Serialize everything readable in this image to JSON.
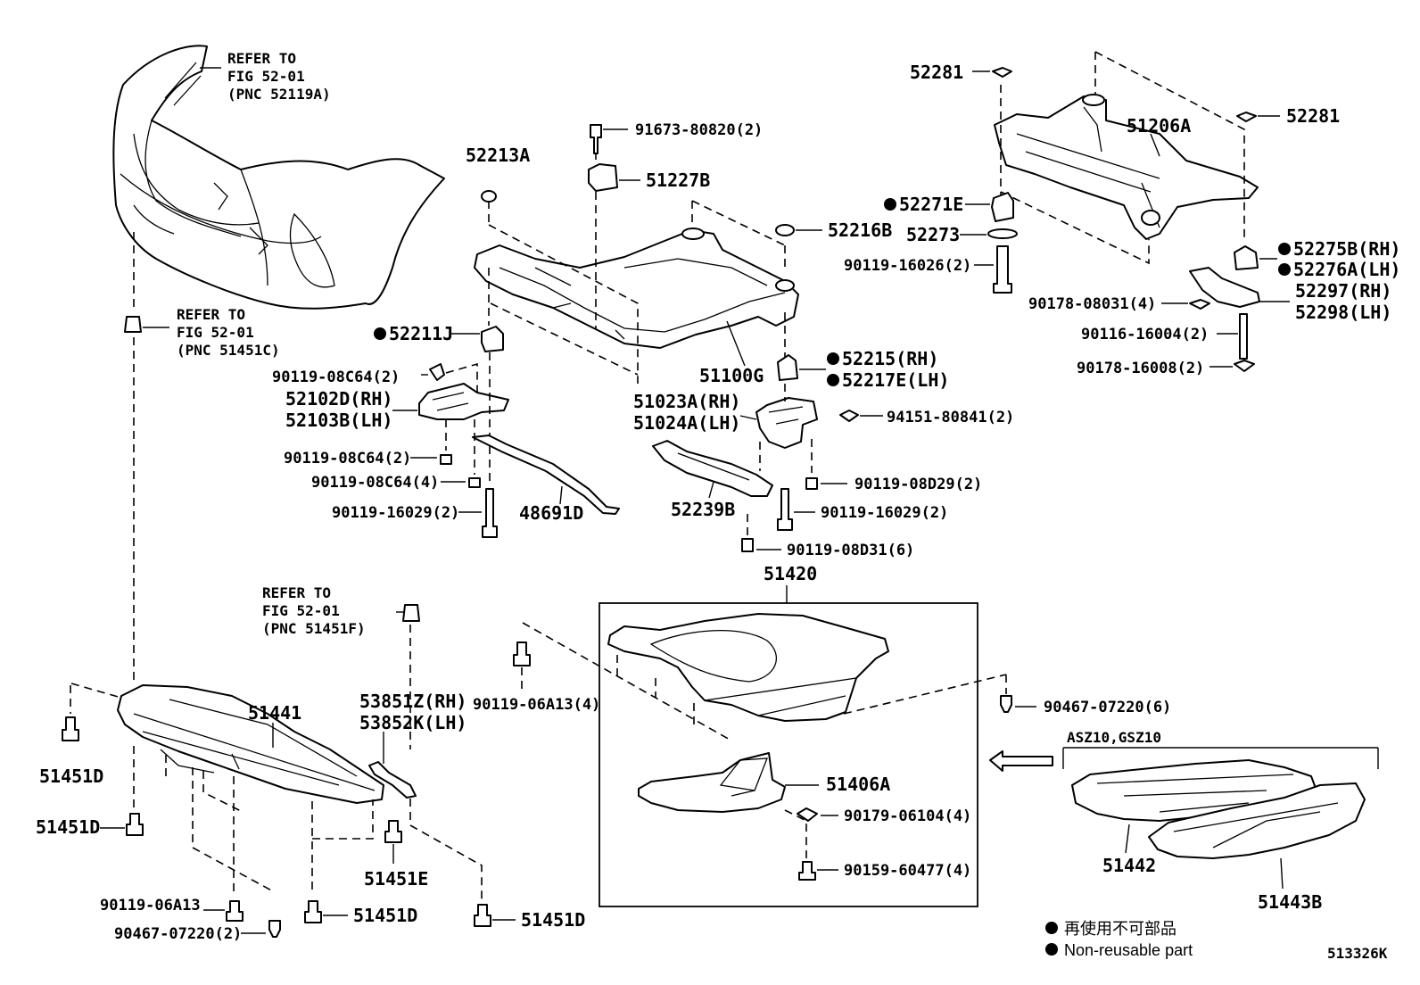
{
  "refs": {
    "bumper": {
      "l1": "REFER TO",
      "l2": "FIG 52-01",
      "l3": "(PNC 52119A)"
    },
    "clip_left": {
      "l1": "REFER TO",
      "l2": "FIG 52-01",
      "l3": "(PNC 51451C)"
    },
    "clip_mid": {
      "l1": "REFER TO",
      "l2": "FIG 52-01",
      "l3": "(PNC 51451F)"
    }
  },
  "parts": {
    "p52281a": "52281",
    "p52281b": "52281",
    "p51206A": "51206A",
    "p52271E": "52271E",
    "p52273": "52273",
    "p90119_16026": "90119-16026(2)",
    "p52275B": "52275B(RH)",
    "p52276A": "52276A(LH)",
    "p90178_08031": "90178-08031(4)",
    "p52297": "52297(RH)",
    "p52298": "52298(LH)",
    "p90116_16004": "90116-16004(2)",
    "p90178_16008": "90178-16008(2)",
    "p91673_80820": "91673-80820(2)",
    "p52213A": "52213A",
    "p51227B": "51227B",
    "p52216B": "52216B",
    "p52211J": "52211J",
    "p90119_08C64a": "90119-08C64(2)",
    "p52102D": "52102D(RH)",
    "p52103B": "52103B(LH)",
    "p51100G": "51100G",
    "p52215": "52215(RH)",
    "p52217E": "52217E(LH)",
    "p51023A": "51023A(RH)",
    "p51024A": "51024A(LH)",
    "p94151_80841": "94151-80841(2)",
    "p90119_08C64b": "90119-08C64(2)",
    "p90119_08C64c": "90119-08C64(4)",
    "p90119_08D29": "90119-08D29(2)",
    "p52239B": "52239B",
    "p90119_16029a": "90119-16029(2)",
    "p48691D": "48691D",
    "p90119_16029b": "90119-16029(2)",
    "p90119_08D31": "90119-08D31(6)",
    "p51420": "51420",
    "p90119_06A13a": "90119-06A13(4)",
    "p90467_07220a": "90467-07220(6)",
    "p51441": "51441",
    "p53851Z": "53851Z(RH)",
    "p53852K": "53852K(LH)",
    "p51451Da": "51451D",
    "p51451Db": "51451D",
    "p51406A": "51406A",
    "p90179_06104": "90179-06104(4)",
    "p90159_60477": "90159-60477(4)",
    "p51451E": "51451E",
    "p90119_06A13b": "90119-06A13",
    "p90467_07220b": "90467-07220(2)",
    "p51451Dc": "51451D",
    "p51451Dd": "51451D",
    "p51442": "51442",
    "p51443B": "51443B"
  },
  "variant_label": "ASZ10,GSZ10",
  "legend": {
    "line1": "再使用不可部品",
    "line2": "Non-reusable part"
  },
  "figure_id": "513326K"
}
